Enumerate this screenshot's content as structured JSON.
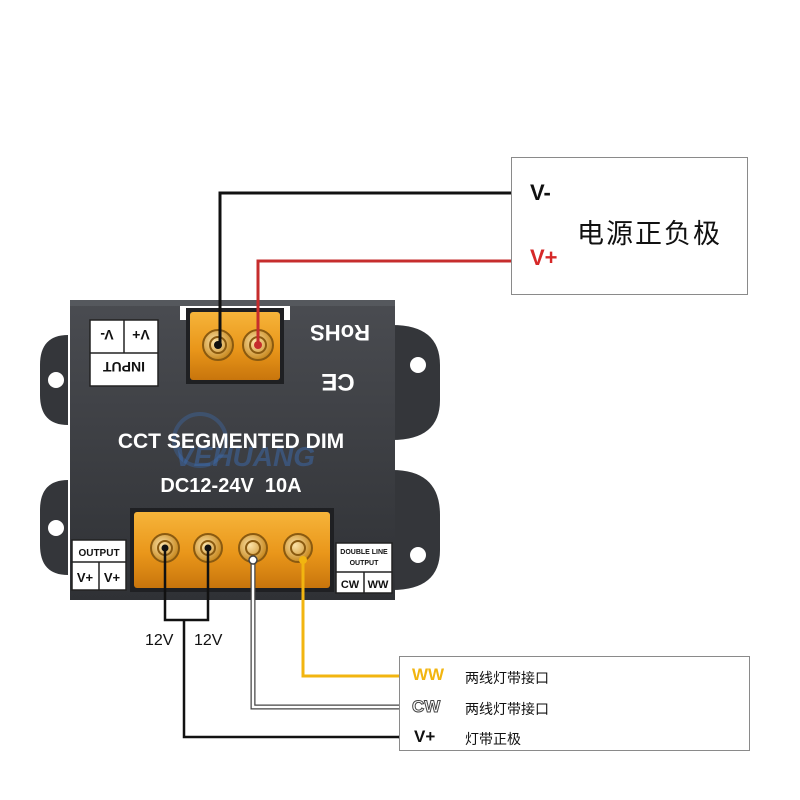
{
  "device": {
    "model": "CCT SEGMENTED DIM",
    "rating": "DC12-24V  10A",
    "rohs": "RoHS",
    "ce": "CE",
    "watermark": "VEHUANG",
    "input_label": "INPUT",
    "input_vplus": "V+",
    "input_vminus": "V-",
    "output_label": "OUTPUT",
    "output_vplus_1": "V+",
    "output_vplus_2": "V+",
    "double_line_output": [
      "DOUBLE LINE",
      "OUTPUT"
    ],
    "cw": "CW",
    "ww": "WW"
  },
  "power_supply": {
    "v_minus": "V-",
    "v_plus": "V+",
    "label": "电源正负极"
  },
  "output_notes": {
    "left_12v": "12V",
    "right_12v": "12V"
  },
  "led_strip": {
    "ww_tag": "WW",
    "ww_desc": "两线灯带接口",
    "cw_tag": "CW",
    "cw_desc": "两线灯带接口",
    "vplus_tag": "V+",
    "vplus_desc": "灯带正极"
  },
  "colors": {
    "wire_black": "#111111",
    "wire_red": "#c62d2d",
    "wire_yellow": "#f2b510",
    "housing": "#3b3d41",
    "terminal": "#f0a020",
    "accent_red": "#d62828"
  }
}
